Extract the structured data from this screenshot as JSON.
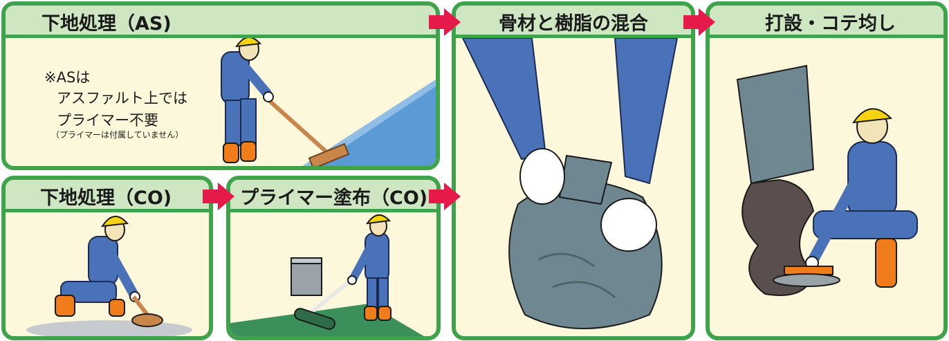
{
  "steps": [
    {
      "title": "下地処理（AS)"
    },
    {
      "title": "下地処理（CO)"
    },
    {
      "title": "プライマー塗布（CO)"
    },
    {
      "title": "骨材と樹脂の混合"
    },
    {
      "title": "打設・コテ均し"
    }
  ],
  "note": {
    "line1": "※ASは",
    "line2": "アスファルト上では",
    "line3": "プライマー不要",
    "line4": "（プライマーは付属していません）"
  },
  "colors": {
    "panel_border": "#3fa34b",
    "panel_fill": "#fdf8dc",
    "header_fill": "#cfe6c2",
    "arrow": "#e6194b",
    "suit": "#4a72b8",
    "helmet": "#f5d40f",
    "boots": "#f07d1a",
    "asphalt": "#5b9bd5",
    "primer": "#3a8f5a",
    "bag": "#6f8790",
    "mix": "#5a4e4e"
  }
}
